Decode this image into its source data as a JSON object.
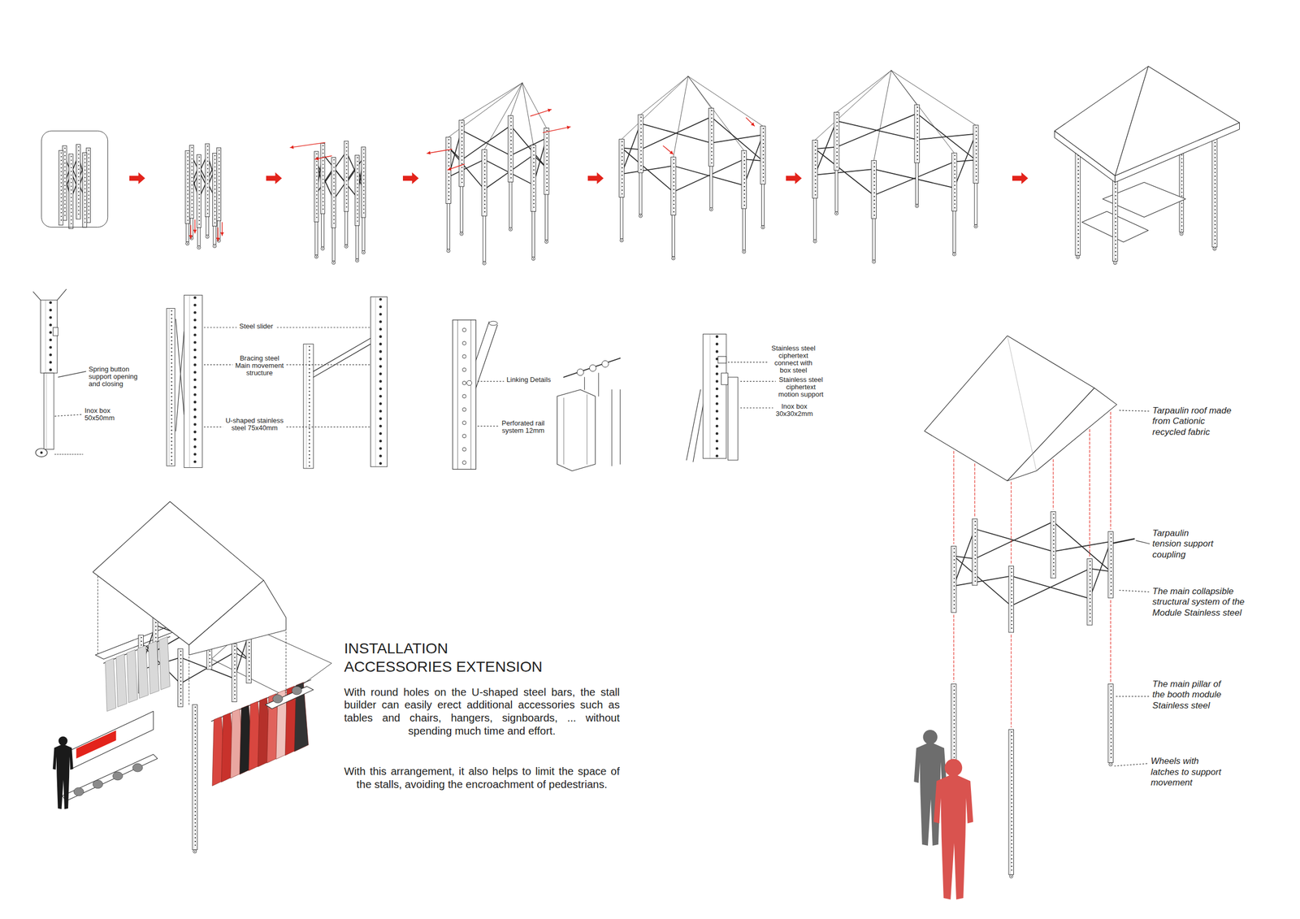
{
  "diagram": {
    "title": "INSTALLATION ACCESSORIES EXTENSION",
    "labels": [
      "Spring button support opening and closing",
      "Inox box 50x50mm",
      "Steel slider",
      "Bracing steel Main movement structure",
      "U-shaped stainless steel 75x40mm",
      "Linking Details",
      "Perforated rail system 12mm",
      "Stainless steel ciphertext connect with box steel",
      "Stainless steel ciphertext motion support",
      "Inox box 30x30x2mm",
      "With round holes on the U-shaped steel bars, the stall builder can easily erect additional accessories such as tables and chairs, hangers, signboards, ... without spending much time and effort.",
      "With this arrangement, it also helps to limit the space of the stalls, avoiding the encroachment of pedestrians.",
      "Tarpaulin roof made from Cationic recycled fabric",
      "Tarpaulin tension support coupling",
      "The main collapsible structural system of the Module Stainless steel",
      "The main pillar of the booth module Stainless steel",
      "Wheels with latches to support movement"
    ]
  }
}
